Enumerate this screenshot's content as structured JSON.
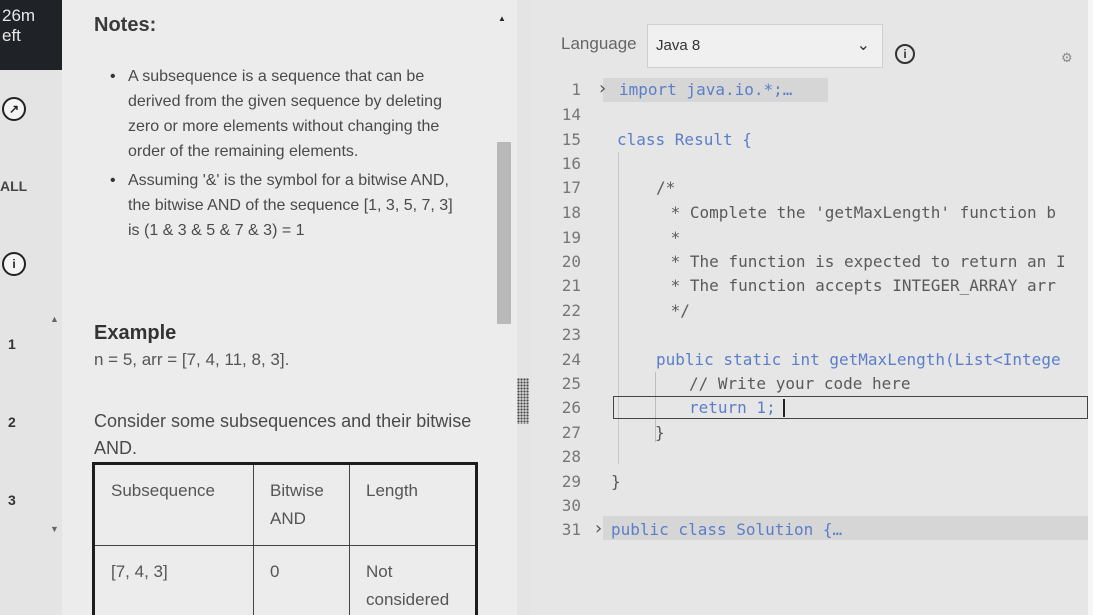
{
  "timer": {
    "line1": "26m",
    "line2": "eft"
  },
  "rail": {
    "icon_a": "↗",
    "all_label": "ALL",
    "icon_b": "i",
    "questions": [
      "1",
      "2",
      "3"
    ]
  },
  "problem": {
    "notes_title": "Notes:",
    "notes": [
      "A subsequence is a sequence that can be derived from the given sequence by deleting zero or more elements without changing the order of the remaining elements.",
      "Assuming '&' is the symbol for a bitwise AND, the bitwise AND of the sequence [1, 3, 5, 7, 3] is (1 & 3 & 5 & 7 & 3) = 1"
    ],
    "example_title": "Example",
    "example_line": "n = 5, arr = [7, 4, 11, 8, 3].",
    "consider_text": "Consider some subsequences and their bitwise AND.",
    "table": {
      "headers": [
        "Subsequence",
        "Bitwise AND",
        "Length"
      ],
      "rows": [
        [
          "[7, 4, 3]",
          "0",
          "Not considered"
        ]
      ]
    }
  },
  "editor": {
    "language_label": "Language",
    "language_value": "Java 8",
    "lines": [
      {
        "n": "1",
        "text": "import java.io.*;…"
      },
      {
        "n": "14",
        "text": ""
      },
      {
        "n": "15",
        "text": "class Result {"
      },
      {
        "n": "16",
        "text": ""
      },
      {
        "n": "17",
        "text": "/*"
      },
      {
        "n": "18",
        "text": " * Complete the 'getMaxLength' function b"
      },
      {
        "n": "19",
        "text": " *"
      },
      {
        "n": "20",
        "text": " * The function is expected to return an I"
      },
      {
        "n": "21",
        "text": " * The function accepts INTEGER_ARRAY arr"
      },
      {
        "n": "22",
        "text": " */"
      },
      {
        "n": "23",
        "text": ""
      },
      {
        "n": "24",
        "text": "public static int getMaxLength(List<Intege"
      },
      {
        "n": "25",
        "text": "// Write your code here"
      },
      {
        "n": "26",
        "text": "return 1;"
      },
      {
        "n": "27",
        "text": "}"
      },
      {
        "n": "28",
        "text": ""
      },
      {
        "n": "29",
        "text": "}"
      },
      {
        "n": "30",
        "text": ""
      },
      {
        "n": "31",
        "text": "public class Solution {…"
      }
    ]
  }
}
